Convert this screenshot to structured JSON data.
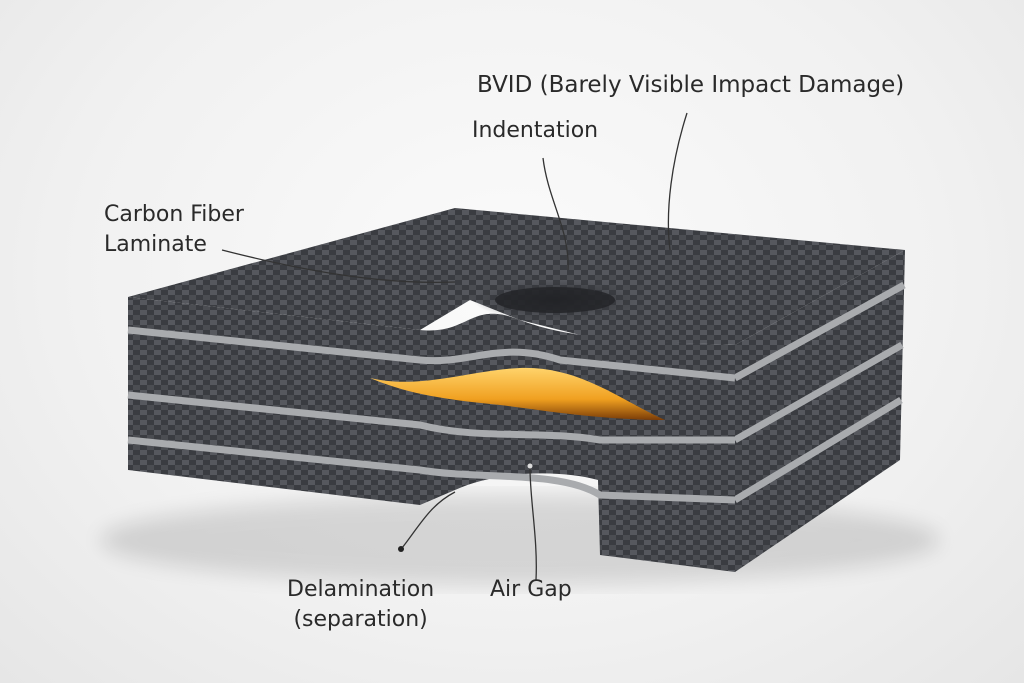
{
  "labels": {
    "bvid": "BVID (Barely Visible Impact Damage)",
    "indentation": "Indentation",
    "laminate": "Carbon Fiber\nLaminate",
    "delamination": "Delamination\n(separation)",
    "air_gap": "Air Gap"
  },
  "colors": {
    "carbon_dark": "#2b2d31",
    "ply_light": "#a9abae",
    "damage_glow": "#f0a020"
  }
}
